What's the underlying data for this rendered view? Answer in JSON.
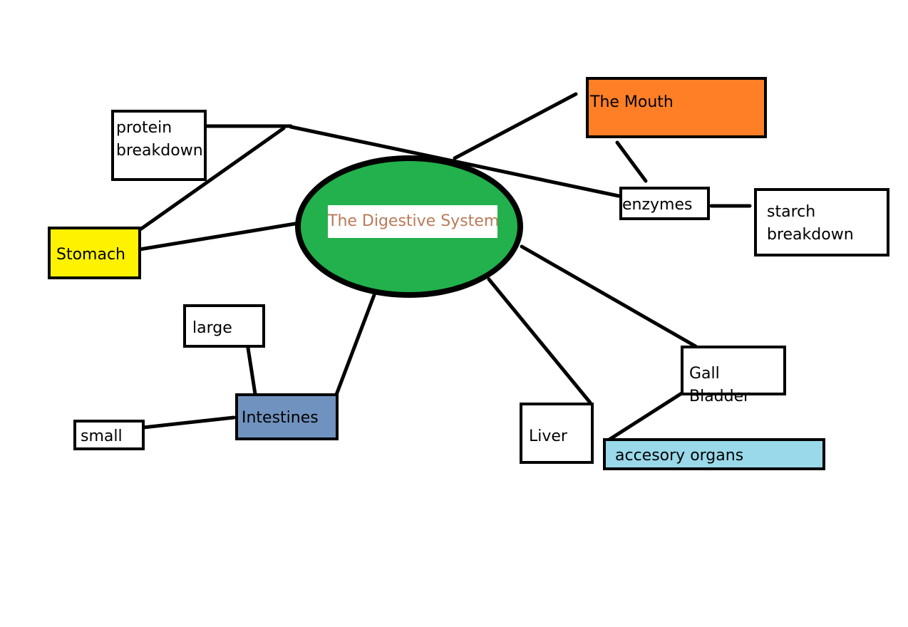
{
  "diagram": {
    "center": {
      "label": "The Digestive System",
      "fill": "#22b14c",
      "text_color": "#b97a57"
    },
    "nodes": {
      "mouth": {
        "label": "The Mouth",
        "fill": "#ff7f27"
      },
      "enzymes": {
        "label": "enzymes",
        "fill": "#ffffff"
      },
      "starch": {
        "label": "starch\nbreakdown",
        "fill": "#ffffff"
      },
      "protein": {
        "label": "protein\nbreakdown",
        "fill": "#ffffff"
      },
      "stomach": {
        "label": "Stomach",
        "fill": "#fff200"
      },
      "large": {
        "label": "large",
        "fill": "#ffffff"
      },
      "intestines": {
        "label": "Intestines",
        "fill": "#7092be"
      },
      "small": {
        "label": "small",
        "fill": "#ffffff"
      },
      "liver": {
        "label": "Liver",
        "fill": "#ffffff"
      },
      "gall_bladder": {
        "label": "Gall Bladder",
        "fill": "#ffffff"
      },
      "accessory": {
        "label": "accesory organs",
        "fill": "#99d9ea"
      }
    },
    "line_color": "#000000"
  }
}
